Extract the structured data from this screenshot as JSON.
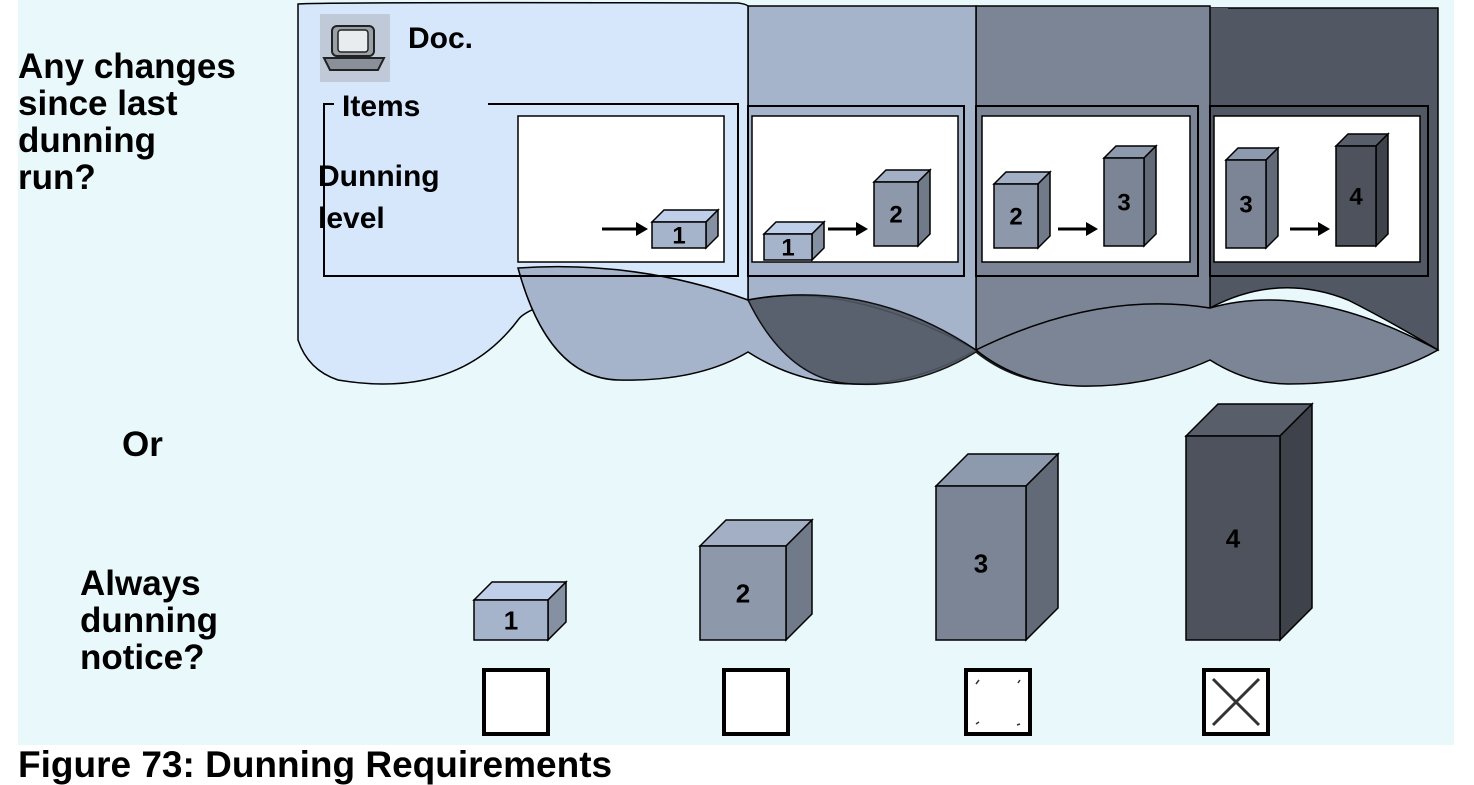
{
  "questions": {
    "changes": [
      "Any changes",
      "since last",
      "dunning",
      "run?"
    ],
    "or": "Or",
    "always": [
      "Always",
      "dunning",
      "notice?"
    ]
  },
  "doc_panel": {
    "doc_label": "Doc.",
    "items_label": "Items",
    "field_label": [
      "Dunning",
      "level"
    ],
    "doc_icon": "document-tray-icon"
  },
  "level_changes": [
    {
      "from": null,
      "to": "1"
    },
    {
      "from": "1",
      "to": "2"
    },
    {
      "from": "2",
      "to": "3"
    },
    {
      "from": "3",
      "to": "4"
    }
  ],
  "level_bars": [
    {
      "level": "1",
      "checkbox": "empty"
    },
    {
      "level": "2",
      "checkbox": "empty"
    },
    {
      "level": "3",
      "checkbox": "corner-marks"
    },
    {
      "level": "4",
      "checkbox": "crossed"
    }
  ],
  "colors": {
    "panel1": "#d6e6fb",
    "panel2": "#a6b4cb",
    "panel3": "#7b8596",
    "panel4": "#515864",
    "level1": "#a6b4cb",
    "level2": "#8d98ab",
    "level3": "#7b8596",
    "level4": "#4d525d",
    "background": "#e9f9fb"
  },
  "caption": "Figure 73: Dunning Requirements"
}
